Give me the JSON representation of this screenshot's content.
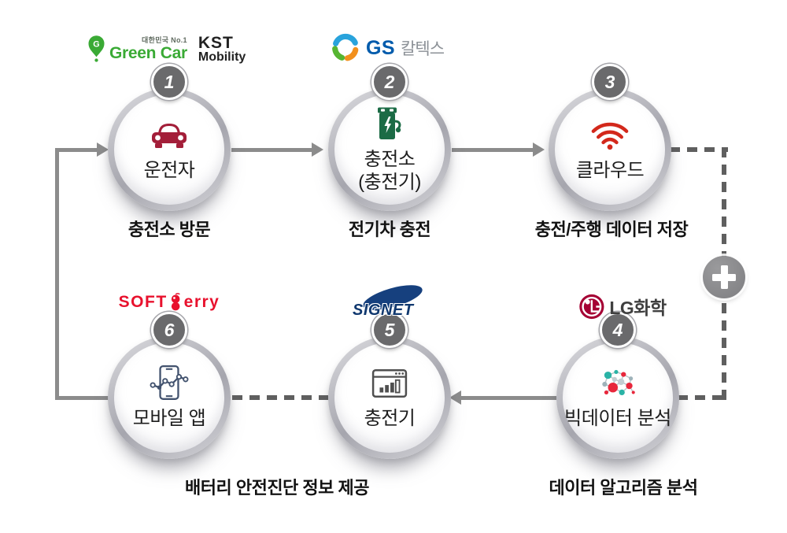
{
  "diagram": {
    "nodes": [
      {
        "number": "1",
        "label": "운전자",
        "icon": "car-icon",
        "caption": "충전소 방문"
      },
      {
        "number": "2",
        "label": "충전소\n(충전기)",
        "icon": "ev-charger-icon",
        "caption": "전기차 충전"
      },
      {
        "number": "3",
        "label": "클라우드",
        "icon": "wifi-icon",
        "caption": "충전/주행 데이터 저장"
      },
      {
        "number": "4",
        "label": "빅데이터 분석",
        "icon": "network-graph-icon",
        "caption": "데이터 알고리즘 분석"
      },
      {
        "number": "5",
        "label": "충전기",
        "icon": "browser-chart-icon"
      },
      {
        "number": "6",
        "label": "모바일 앱",
        "icon": "mobile-app-icon",
        "caption": "배터리 안전진단 정보 제공"
      }
    ],
    "plus_connector_icon": "plus-icon"
  },
  "logos": {
    "greencar": {
      "tagline": "대한민국 No.1",
      "name": "Green Car"
    },
    "kst_mobility": {
      "line1": "KST",
      "line2": "Mobility"
    },
    "gs_caltex": {
      "name": "GS",
      "suffix": "칼텍스"
    },
    "softberry": {
      "part1": "SOFT",
      "part2": "erry"
    },
    "signet": {
      "name": "SIGNET"
    },
    "lg_chem": {
      "name": "LG화학"
    }
  },
  "colors": {
    "arrow_solid": "#8c8c8c",
    "arrow_dashed": "#5f5f5f",
    "badge_gray": "#6a6a6c",
    "car_icon": "#a31e39",
    "charger_icon": "#1b6b45",
    "wifi_icon": "#d3281b",
    "network_red": "#e8273c",
    "network_teal": "#2ab3a6",
    "browser_icon": "#4f4f4f",
    "phone_icon": "#42526e",
    "greencar_green": "#3aaa35",
    "gs_blue": "#005bac",
    "softberry_red": "#e8112d",
    "signet_navy": "#16407e",
    "lg_crimson": "#a50034"
  }
}
